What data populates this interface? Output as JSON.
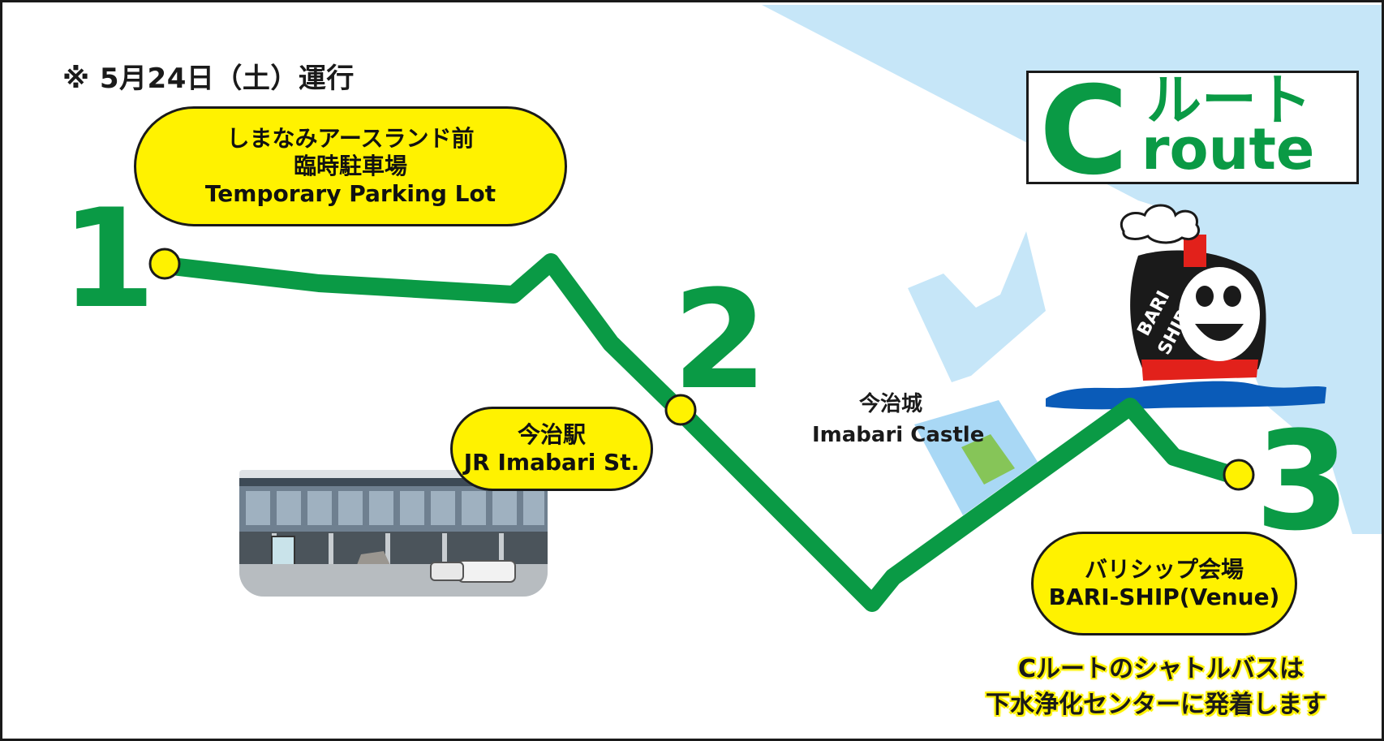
{
  "note": "※ 5月24日（土）運行",
  "stops": [
    {
      "number": "1",
      "lines": [
        "しまなみアースランド前",
        "臨時駐車場",
        "Temporary Parking Lot"
      ]
    },
    {
      "number": "2",
      "lines": [
        "今治駅",
        "JR Imabari St."
      ]
    },
    {
      "number": "3",
      "lines": [
        "バリシップ会場",
        "BARI-SHIP(Venue)"
      ]
    }
  ],
  "landmark": {
    "jp": "今治城",
    "en": "Imabari Castle"
  },
  "route_sign": {
    "letter": "C",
    "jp": "ルート",
    "en": "route"
  },
  "ship_mascot": {
    "label_line1": "BARI",
    "label_line2": "SHIP"
  },
  "shuttle_note": [
    "Cルートのシャトルバスは",
    "下水浄化センターに発着します"
  ],
  "colors": {
    "route": "#0a9a45",
    "bubble": "#fff200",
    "water": "#c6e6f8",
    "stop_dot": "#fff200",
    "castle_moat": "#a9d8f5",
    "castle_grounds": "#86c558",
    "ship_hull": "#1a1a1a",
    "wave": "#0a5bb8"
  }
}
